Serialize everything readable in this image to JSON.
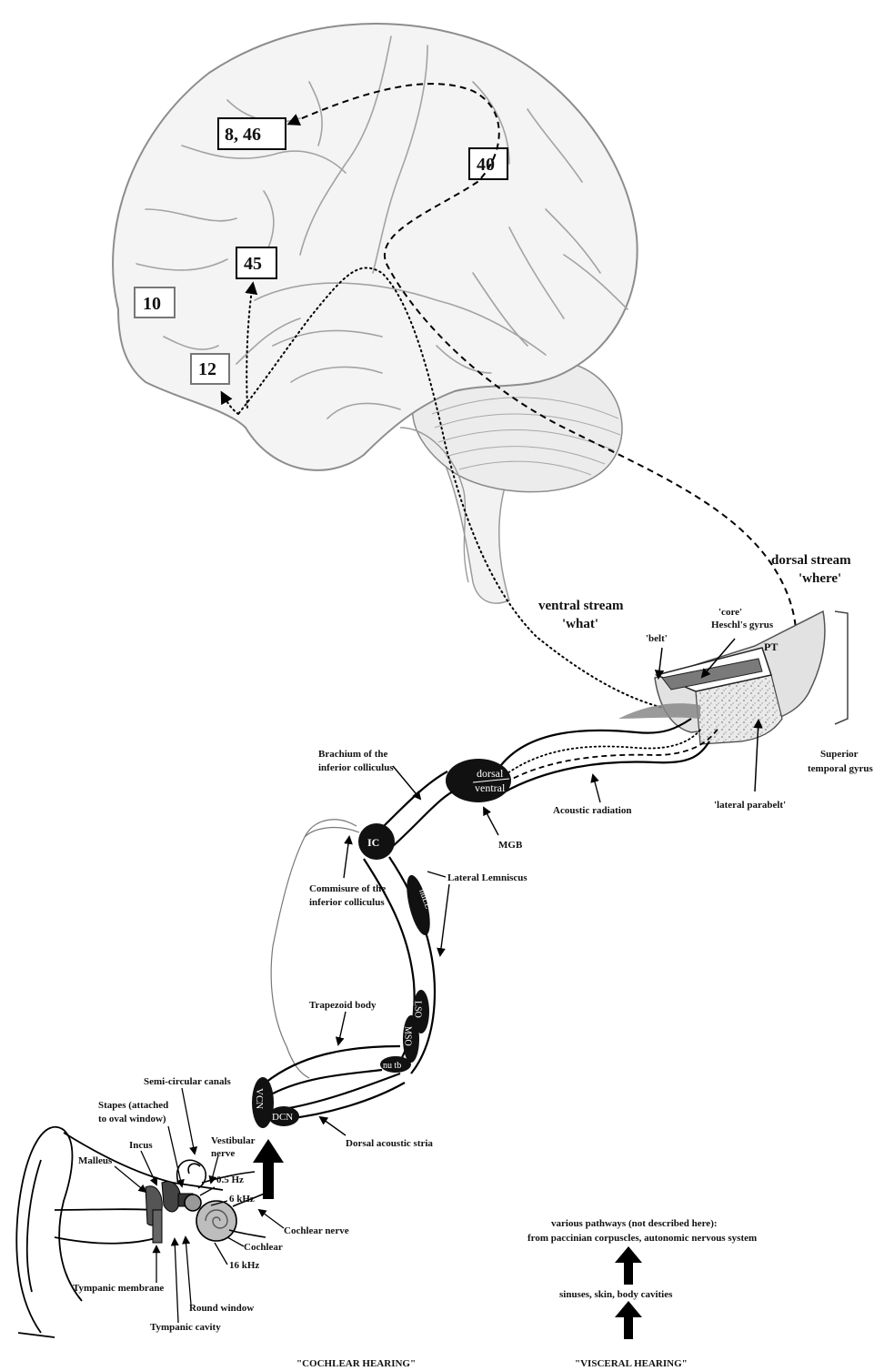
{
  "areas": {
    "a8_46": "8, 46",
    "a40": "40",
    "a45": "45",
    "a10": "10",
    "a12": "12"
  },
  "streams": {
    "dorsal_title": "dorsal stream",
    "dorsal_sub": "'where'",
    "ventral_title": "ventral stream",
    "ventral_sub": "'what'"
  },
  "cortex": {
    "core": "'core'",
    "heschl": "Heschl's gyrus",
    "belt": "'belt'",
    "pt": "PT",
    "stg1": "Superior",
    "stg2": "temporal gyrus",
    "lateral_parabelt": "'lateral parabelt'"
  },
  "pathway": {
    "brachium1": "Brachium of the",
    "brachium2": "inferior colliculus",
    "mgb_dorsal": "dorsal",
    "mgb_ventral": "ventral",
    "mgb": "MGB",
    "acoustic_radiation": "Acoustic radiation",
    "ic": "IC",
    "commisure1": "Commisure of the",
    "commisure2": "inferior colliculus",
    "lateral_lemniscus": "Lateral Lemniscus",
    "null": "nuLL",
    "trapezoid": "Trapezoid body",
    "lso": "LSO",
    "mso": "MSO",
    "nutb": "nu tb",
    "vcn": "VCN",
    "dcn": "DCN",
    "dorsal_stria": "Dorsal acoustic stria"
  },
  "ear": {
    "semicircular": "Semi-circular canals",
    "stapes1": "Stapes (attached",
    "stapes2": "to oval window)",
    "vestibular1": "Vestibular",
    "vestibular2": "nerve",
    "incus": "Incus",
    "malleus": "Malleus",
    "hz05": "0.5 Hz",
    "khz6": "6 kHz",
    "cochlear_nerve": "Cochlear nerve",
    "cochlear": "Cochlear",
    "khz16": "16 kHz",
    "tympanic_membrane": "Tympanic membrane",
    "round_window": "Round window",
    "tympanic_cavity": "Tympanic cavity"
  },
  "visceral": {
    "various1": "various pathways (not described here):",
    "various2": "from paccinian corpuscles, autonomic nervous system",
    "sinuses": "sinuses, skin, body cavities"
  },
  "captions": {
    "cochlear_hearing": "\"COCHLEAR HEARING\"",
    "visceral_hearing": "\"VISCERAL HEARING\""
  }
}
